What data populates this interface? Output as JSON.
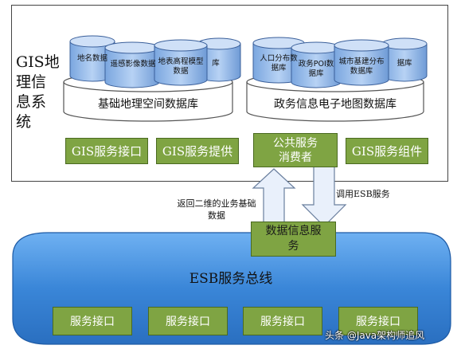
{
  "gis_system": {
    "title": "GIS地理信息系统",
    "databases": [
      {
        "label": "基础地理空间数据库",
        "cylinders": [
          "地名数据",
          "遥感影像数据",
          "地表高程模型数据",
          "库"
        ]
      },
      {
        "label": "政务信息电子地图数据库",
        "cylinders": [
          "人口分布数据库",
          "政务POI数据库",
          "城市基建分布数据库",
          "据库"
        ]
      }
    ],
    "services": [
      "GIS服务接口",
      "GIS服务提供",
      "公共服务消费者",
      "GIS服务组件"
    ]
  },
  "arrows": {
    "up_label": "返回二维的业务基础数据",
    "down_label": "调用ESB服务"
  },
  "esb": {
    "title": "ESB服务总线",
    "data_box": "数据信息服务",
    "interfaces": [
      "服务接口",
      "服务接口",
      "服务接口",
      "服务接口"
    ]
  },
  "watermark": "头条 @Java架构师追风",
  "colors": {
    "green": "#7fa443",
    "esb_blue": "#3a86d8",
    "cylinder_blue": "#8ab4e8",
    "arrow_fill": "#e9f0fb"
  }
}
